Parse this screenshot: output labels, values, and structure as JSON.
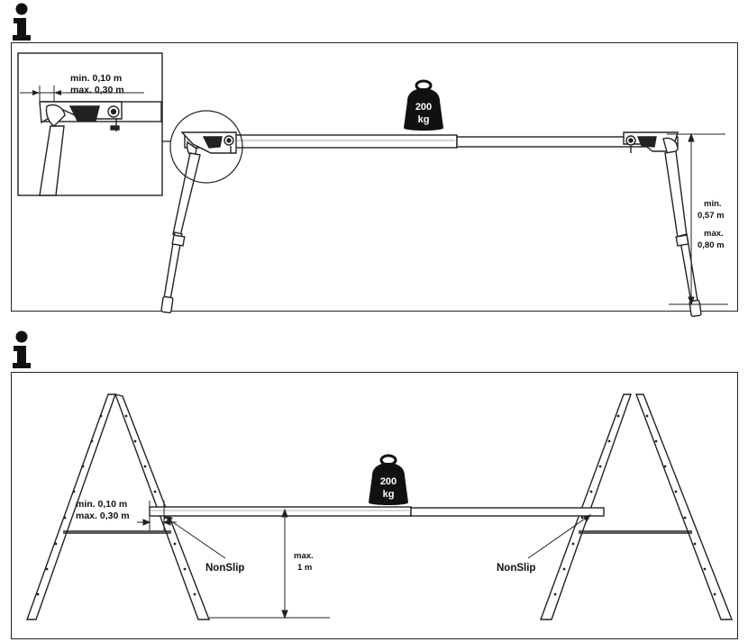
{
  "icons": {
    "info": "info-icon",
    "weight": "weight-icon"
  },
  "top_panel": {
    "weight_label_line1": "200",
    "weight_label_line2": "kg",
    "inset_min_label": "min.  0,10 m",
    "inset_max_label": "max. 0,30 m",
    "height_min_line1": "min.",
    "height_min_line2": "0,57 m",
    "height_max_line1": "max.",
    "height_max_line2": "0,80 m"
  },
  "bottom_panel": {
    "weight_label_line1": "200",
    "weight_label_line2": "kg",
    "overhang_min_label": "min.  0,10 m",
    "overhang_max_label": "max. 0,30 m",
    "nonslip_left": "NonSlip",
    "nonslip_right": "NonSlip",
    "height_line1": "max.",
    "height_line2": "1 m"
  }
}
